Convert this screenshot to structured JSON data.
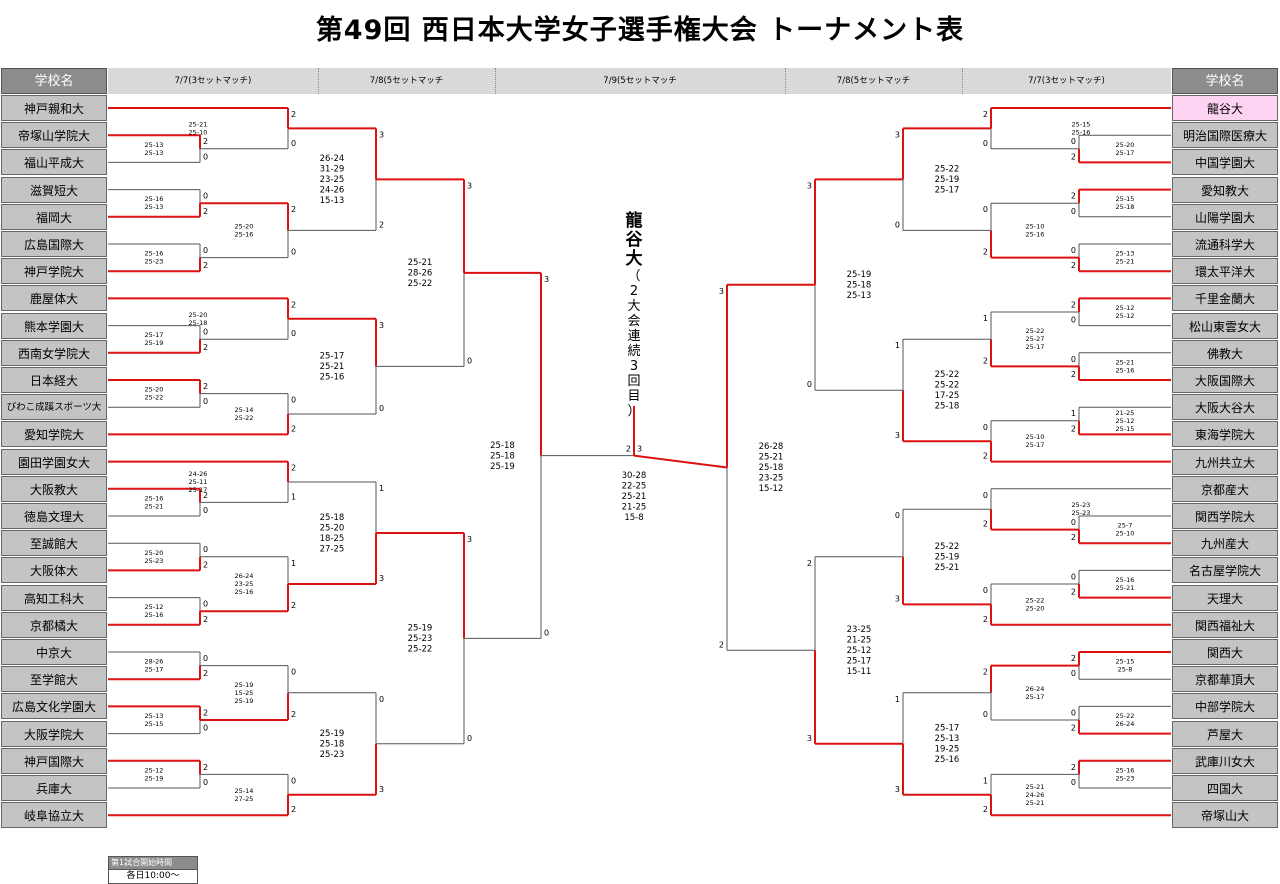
{
  "title": "第49回 西日本大学女子選手権大会 トーナメント表",
  "header": {
    "school_label_left": "学校名",
    "school_label_right": "学校名",
    "dates": [
      "7/7(3セットマッチ)",
      "7/8(5セットマッチ",
      "7/9(5セットマッチ",
      "7/8(5セットマッチ",
      "7/7(3セットマッチ)"
    ]
  },
  "left_teams": [
    "神戸親和大",
    "帝塚山学院大",
    "福山平成大",
    "滋賀短大",
    "福岡大",
    "広島国際大",
    "神戸学院大",
    "鹿屋体大",
    "熊本学園大",
    "西南女学院大",
    "日本経大",
    "びわこ成蹊スポーツ大",
    "愛知学院大",
    "園田学園女大",
    "大阪教大",
    "徳島文理大",
    "至誠館大",
    "大阪体大",
    "高知工科大",
    "京都橘大",
    "中京大",
    "至学館大",
    "広島文化学園大",
    "大阪学院大",
    "神戸国際大",
    "兵庫大",
    "岐阜協立大"
  ],
  "right_teams": [
    "龍谷大",
    "明治国際医療大",
    "中国学園大",
    "愛知教大",
    "山陽学園大",
    "流通科学大",
    "環太平洋大",
    "千里金蘭大",
    "松山東雲女大",
    "佛教大",
    "大阪国際大",
    "大阪大谷大",
    "東海学院大",
    "九州共立大",
    "京都産大",
    "関西学院大",
    "九州産大",
    "名古屋学院大",
    "天理大",
    "関西福祉大",
    "関西大",
    "京都華頂大",
    "中部学院大",
    "芦屋大",
    "武庫川女大",
    "四国大",
    "帝塚山大"
  ],
  "champion": {
    "name": "龍谷大",
    "note": [
      "（",
      "2",
      "大",
      "会",
      "連",
      "続",
      "3",
      "回",
      "目",
      "）"
    ]
  },
  "start_time": {
    "label": "第1試合開始時間",
    "value": "各日10:00〜"
  },
  "scores": {
    "L_r1": [
      {
        "a": "2",
        "b": "0",
        "sets": [
          "25-13",
          "25-13"
        ]
      },
      {
        "a": "0",
        "b": "2",
        "sets": [
          "25-16",
          "25-13"
        ]
      },
      {
        "a": "0",
        "b": "2",
        "sets": [
          "25-16",
          "25-23"
        ]
      },
      {
        "a": "0",
        "b": "2",
        "sets": [
          "25-17",
          "25-19"
        ]
      },
      {
        "a": "2",
        "b": "0",
        "sets": [
          "25-20",
          "25-22"
        ]
      },
      {
        "a": "2",
        "b": "0",
        "sets": [
          "25-16",
          "25-21"
        ]
      },
      {
        "a": "0",
        "b": "2",
        "sets": [
          "25-20",
          "25-23"
        ]
      },
      {
        "a": "0",
        "b": "2",
        "sets": [
          "25-12",
          "25-16"
        ]
      },
      {
        "a": "0",
        "b": "2",
        "sets": [
          "28-26",
          "25-17"
        ]
      },
      {
        "a": "2",
        "b": "0",
        "sets": [
          "25-13",
          "25-15"
        ]
      },
      {
        "a": "2",
        "b": "0",
        "sets": [
          "25-12",
          "25-19"
        ]
      }
    ],
    "L_r2": [
      {
        "a": "2",
        "b": "0",
        "sets": [
          "25-21",
          "25-10"
        ]
      },
      {
        "a": "2",
        "b": "0",
        "sets": [
          "25-20",
          "25-16"
        ]
      },
      {
        "a": "2",
        "b": "0",
        "sets": [
          "25-20",
          "25-18"
        ]
      },
      {
        "a": "0",
        "b": "2",
        "sets": [
          "25-14",
          "25-22"
        ]
      },
      {
        "a": "2",
        "b": "1",
        "sets": [
          "24-26",
          "25-11",
          "25-17"
        ]
      },
      {
        "a": "1",
        "b": "2",
        "sets": [
          "26-24",
          "23-25",
          "25-16"
        ]
      },
      {
        "a": "0",
        "b": "2",
        "sets": [
          "25-19",
          "15-25",
          "25-19"
        ]
      },
      {
        "a": "0",
        "b": "2",
        "sets": [
          "25-14",
          "27-25"
        ]
      }
    ],
    "L_r3": [
      {
        "a": "3",
        "b": "2",
        "sets": [
          "26-24",
          "31-29",
          "23-25",
          "24-26",
          "15-13"
        ]
      },
      {
        "a": "3",
        "b": "0",
        "sets": [
          "25-17",
          "25-21",
          "25-16"
        ]
      },
      {
        "a": "1",
        "b": "3",
        "sets": [
          "25-18",
          "25-20",
          "18-25",
          "27-25"
        ]
      },
      {
        "a": "0",
        "b": "3",
        "sets": [
          "25-19",
          "25-18",
          "25-23"
        ]
      }
    ],
    "L_r4": [
      {
        "a": "3",
        "b": "0",
        "sets": [
          "25-21",
          "28-26",
          "25-22"
        ]
      },
      {
        "a": "3",
        "b": "0",
        "sets": [
          "25-19",
          "25-23",
          "25-22"
        ]
      }
    ],
    "L_sf": {
      "a": "3",
      "b": "0",
      "sets": [
        "25-18",
        "25-18",
        "25-19"
      ]
    },
    "final": {
      "a": "2",
      "b": "3",
      "sets": [
        "30-28",
        "22-25",
        "25-21",
        "21-25",
        "15-8"
      ]
    },
    "R_sf": {
      "a": "3",
      "b": "2",
      "sets": [
        "26-28",
        "25-21",
        "25-18",
        "23-25",
        "15-12"
      ]
    },
    "R_r4": [
      {
        "a": "3",
        "b": "0",
        "sets": [
          "25-19",
          "25-18",
          "25-13"
        ]
      },
      {
        "a": "2",
        "b": "3",
        "sets": [
          "23-25",
          "21-25",
          "25-12",
          "25-17",
          "15-11"
        ]
      }
    ],
    "R_r3": [
      {
        "a": "3",
        "b": "0",
        "sets": [
          "25-22",
          "25-19",
          "25-17"
        ]
      },
      {
        "a": "1",
        "b": "3",
        "sets": [
          "25-22",
          "25-22",
          "17-25",
          "25-18"
        ]
      },
      {
        "a": "0",
        "b": "3",
        "sets": [
          "25-22",
          "25-19",
          "25-21"
        ]
      },
      {
        "a": "1",
        "b": "3",
        "sets": [
          "25-17",
          "25-13",
          "19-25",
          "25-16"
        ]
      }
    ],
    "R_r2": [
      {
        "a": "2",
        "b": "0",
        "sets": [
          "25-15",
          "25-16"
        ]
      },
      {
        "a": "0",
        "b": "2",
        "sets": [
          "25-10",
          "25-16"
        ]
      },
      {
        "a": "1",
        "b": "2",
        "sets": [
          "25-22",
          "25-27",
          "25-17"
        ]
      },
      {
        "a": "0",
        "b": "2",
        "sets": [
          "25-10",
          "25-17"
        ]
      },
      {
        "a": "0",
        "b": "2",
        "sets": [
          "25-23",
          "25-23"
        ]
      },
      {
        "a": "0",
        "b": "2",
        "sets": [
          "25-22",
          "25-20"
        ]
      },
      {
        "a": "2",
        "b": "0",
        "sets": [
          "26-24",
          "25-17"
        ]
      },
      {
        "a": "1",
        "b": "2",
        "sets": [
          "25-21",
          "24-26",
          "25-21"
        ]
      }
    ],
    "R_r1": [
      {
        "a": "0",
        "b": "2",
        "sets": [
          "25-20",
          "25-17"
        ]
      },
      {
        "a": "2",
        "b": "0",
        "sets": [
          "25-15",
          "25-18"
        ]
      },
      {
        "a": "0",
        "b": "2",
        "sets": [
          "25-13",
          "25-21"
        ]
      },
      {
        "a": "2",
        "b": "0",
        "sets": [
          "25-12",
          "25-12"
        ]
      },
      {
        "a": "0",
        "b": "2",
        "sets": [
          "25-21",
          "25-16"
        ]
      },
      {
        "a": "1",
        "b": "2",
        "sets": [
          "21-25",
          "25-12",
          "25-15"
        ]
      },
      {
        "a": "0",
        "b": "2",
        "sets": [
          "25-7",
          "25-10"
        ]
      },
      {
        "a": "0",
        "b": "2",
        "sets": [
          "25-16",
          "25-21"
        ]
      },
      {
        "a": "2",
        "b": "0",
        "sets": [
          "25-15",
          "25-8"
        ]
      },
      {
        "a": "0",
        "b": "2",
        "sets": [
          "25-22",
          "26-24"
        ]
      },
      {
        "a": "2",
        "b": "0",
        "sets": [
          "25-16",
          "25-23"
        ]
      }
    ]
  },
  "colors": {
    "winner_line": "#dd1111",
    "loser_line": "#555555",
    "team_bg": "#c4c4c4",
    "highlight_bg": "#fcd3f0",
    "header_bg": "#8c8c8c"
  }
}
